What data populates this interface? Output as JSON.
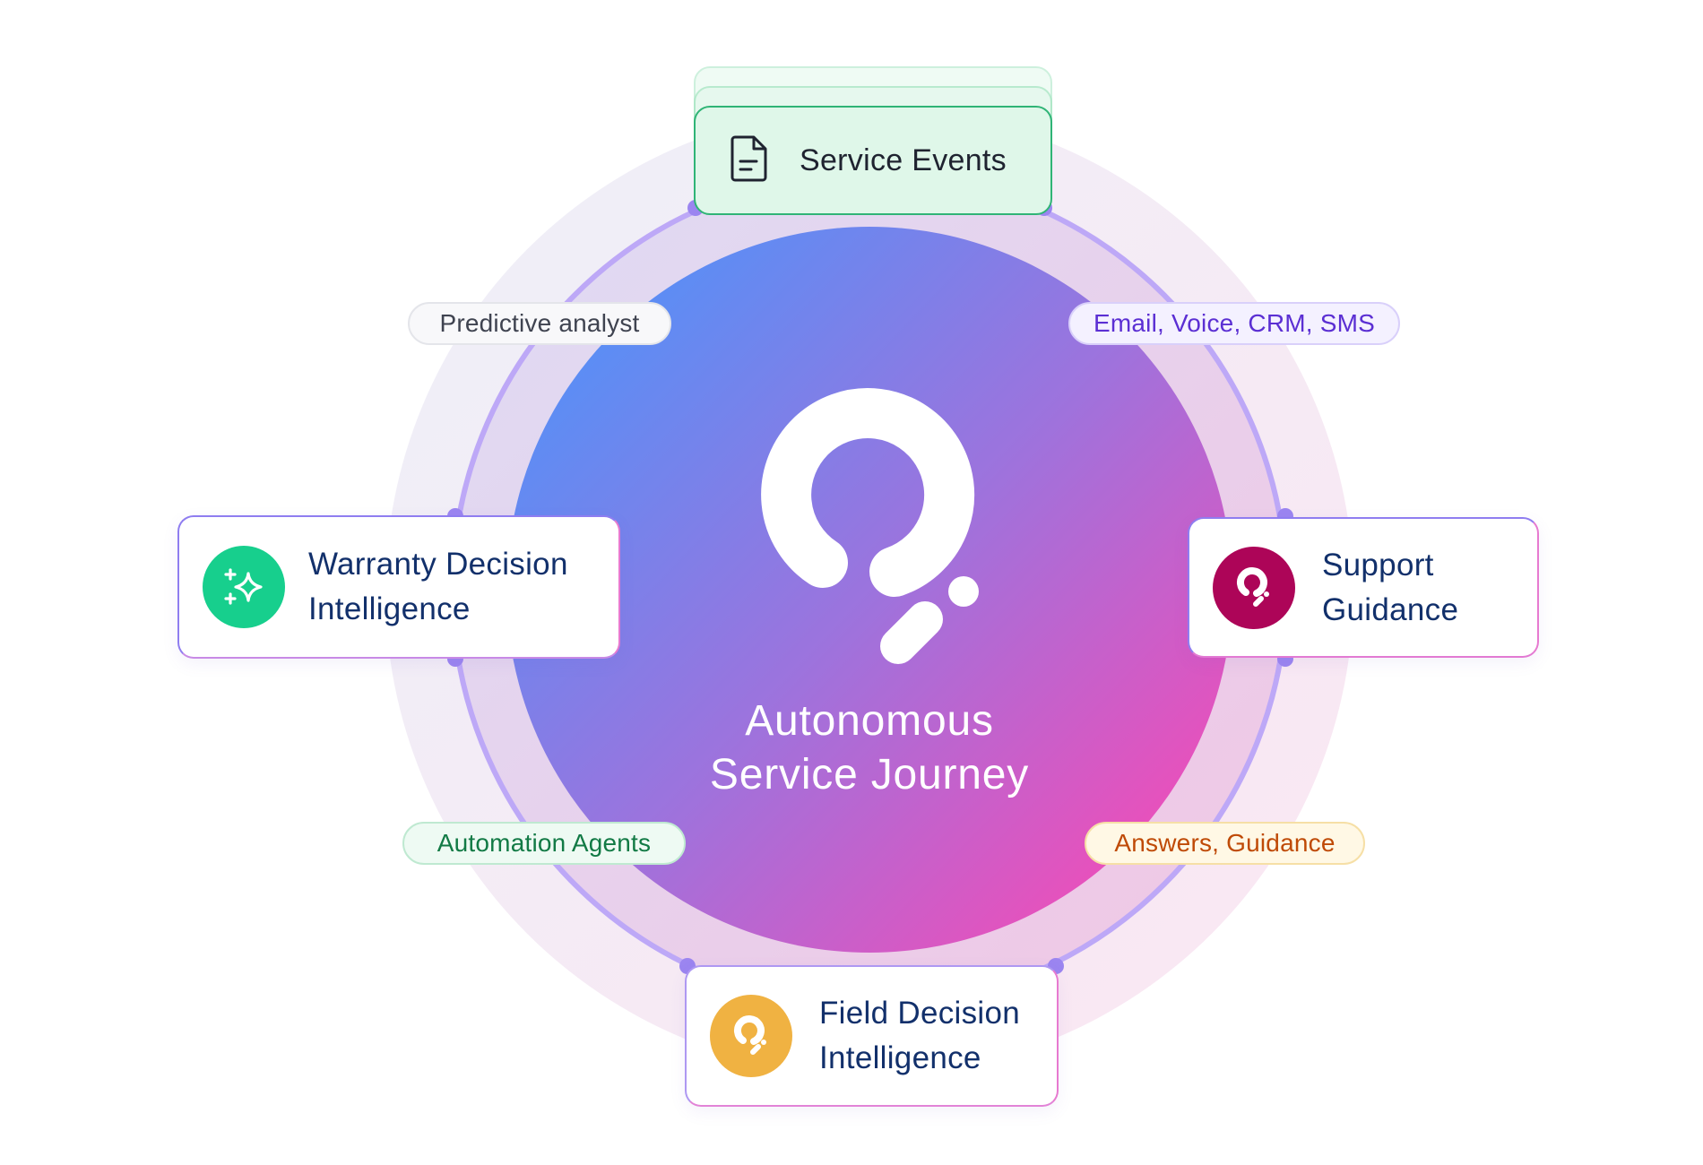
{
  "diagram": {
    "center": {
      "title": "Autonomous\nService Journey",
      "logo_icon": "product-logo-icon"
    },
    "nodes": [
      {
        "id": "service-events",
        "label": "Service Events",
        "icon": "document-icon"
      },
      {
        "id": "warranty",
        "label": "Warranty Decision\nIntelligence",
        "icon": "sparkle-icon",
        "accent": "#17cf8d"
      },
      {
        "id": "support",
        "label": "Support\nGuidance",
        "icon": "product-logo-icon",
        "accent": "#ad0558"
      },
      {
        "id": "field",
        "label": "Field Decision\nIntelligence",
        "icon": "product-logo-icon",
        "accent": "#f0b242"
      }
    ],
    "edge_labels": {
      "predictive": "Predictive analyst",
      "channels": "Email,  Voice, CRM, SMS",
      "automation": "Automation Agents",
      "answers": "Answers, Guidance"
    }
  },
  "colors": {
    "gradient_start": "#5a8ef5",
    "gradient_mid": "#9d73dd",
    "gradient_end": "#ec4fba",
    "ring": "#bda8f7",
    "dot": "#9b85f0",
    "navy_text": "#12306b"
  }
}
